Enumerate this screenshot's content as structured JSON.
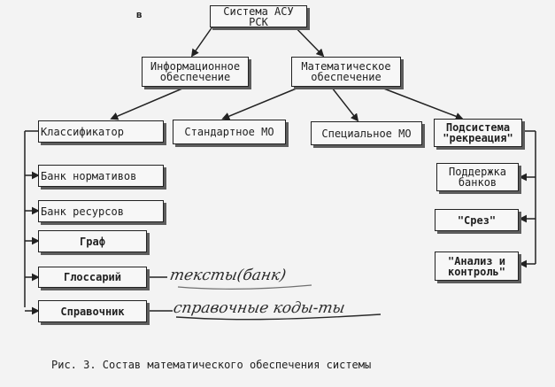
{
  "page_mark": "в",
  "nodes": {
    "root": "Система АСУ РСК",
    "info": "Информационное\nобеспечение",
    "math": "Математическое\nобеспечение",
    "classifier": "Классификатор",
    "standard": "Стандартное МО",
    "special": "Специальное МО",
    "subsystem": "Подсистема\n\"рекреация\"",
    "bank_norms": "Банк нормативов",
    "bank_resources": "Банк ресурсов",
    "graph": "Граф",
    "glossary": "Глоссарий",
    "reference": "Справочник",
    "support": "Поддержка\nбанков",
    "slice": "\"Срез\"",
    "analysis": "\"Анализ и\nконтроль\""
  },
  "handwritten": {
    "glossary_note": "тексты(банк)",
    "reference_note": "справочные коды-ты"
  },
  "caption": "Рис. 3. Состав математического обеспечения системы",
  "colors": {
    "ink": "#1f1f1f",
    "paper": "#f3f3f3",
    "shadow": "#5d5d5d"
  }
}
